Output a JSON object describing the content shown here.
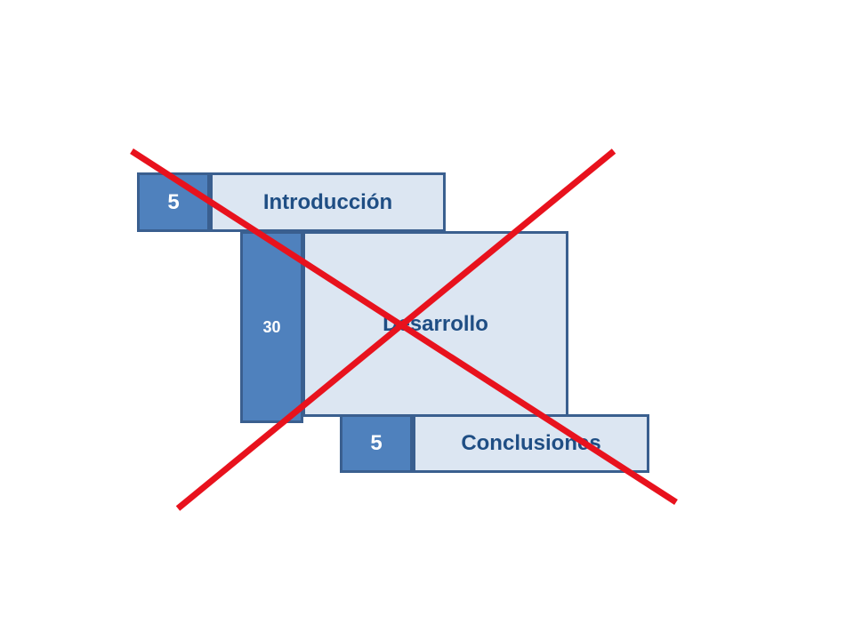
{
  "sections": [
    {
      "id": "intro",
      "value": "5",
      "label": "Introducción"
    },
    {
      "id": "dev",
      "value": "30",
      "label": "Desarrollo"
    },
    {
      "id": "conc",
      "value": "5",
      "label": "Conclusiones"
    }
  ],
  "colors": {
    "number_fill": "#4f81bd",
    "label_fill": "#dce6f2",
    "border": "#3a5f8f",
    "label_text": "#1f4e84",
    "cross": "#e8121d"
  }
}
